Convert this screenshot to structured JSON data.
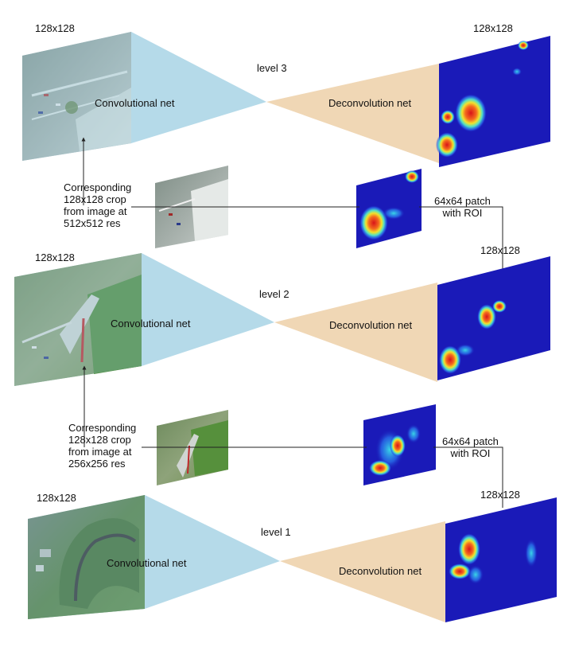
{
  "levels": [
    {
      "input_size": "128x128",
      "output_size": "128x128",
      "name": "level 3",
      "encoder": "Convolutional net",
      "decoder": "Deconvolution net",
      "input_palette": "gray-road",
      "blobs": "upper-pair"
    },
    {
      "input_size": "128x128",
      "output_size": "128x128",
      "name": "level 2",
      "encoder": "Convolutional net",
      "decoder": "Deconvolution net",
      "input_palette": "road-and-field",
      "blobs": "diagonal"
    },
    {
      "input_size": "128x128",
      "output_size": "128x128",
      "name": "level 1",
      "encoder": "Convolutional net",
      "decoder": "Deconvolution net",
      "input_palette": "stadium",
      "blobs": "left-diagonal"
    }
  ],
  "transitions": [
    {
      "crop_text": "Corresponding\n128x128 crop\nfrom image at\n512x512 res",
      "patch_text": "64x64 patch\nwith ROI"
    },
    {
      "crop_text": "Corresponding\n128x128 crop\nfrom image at\n256x256 res",
      "patch_text": "64x64 patch\nwith ROI"
    }
  ],
  "colors": {
    "encoder_fill": "#9ccde2",
    "decoder_fill": "#f0d7b5",
    "heatmap_bg": "#1a1ab8",
    "heatmap_hot": "#e0201a",
    "connector": "#222222"
  },
  "icons": {
    "arrow": "arrowhead-up"
  }
}
